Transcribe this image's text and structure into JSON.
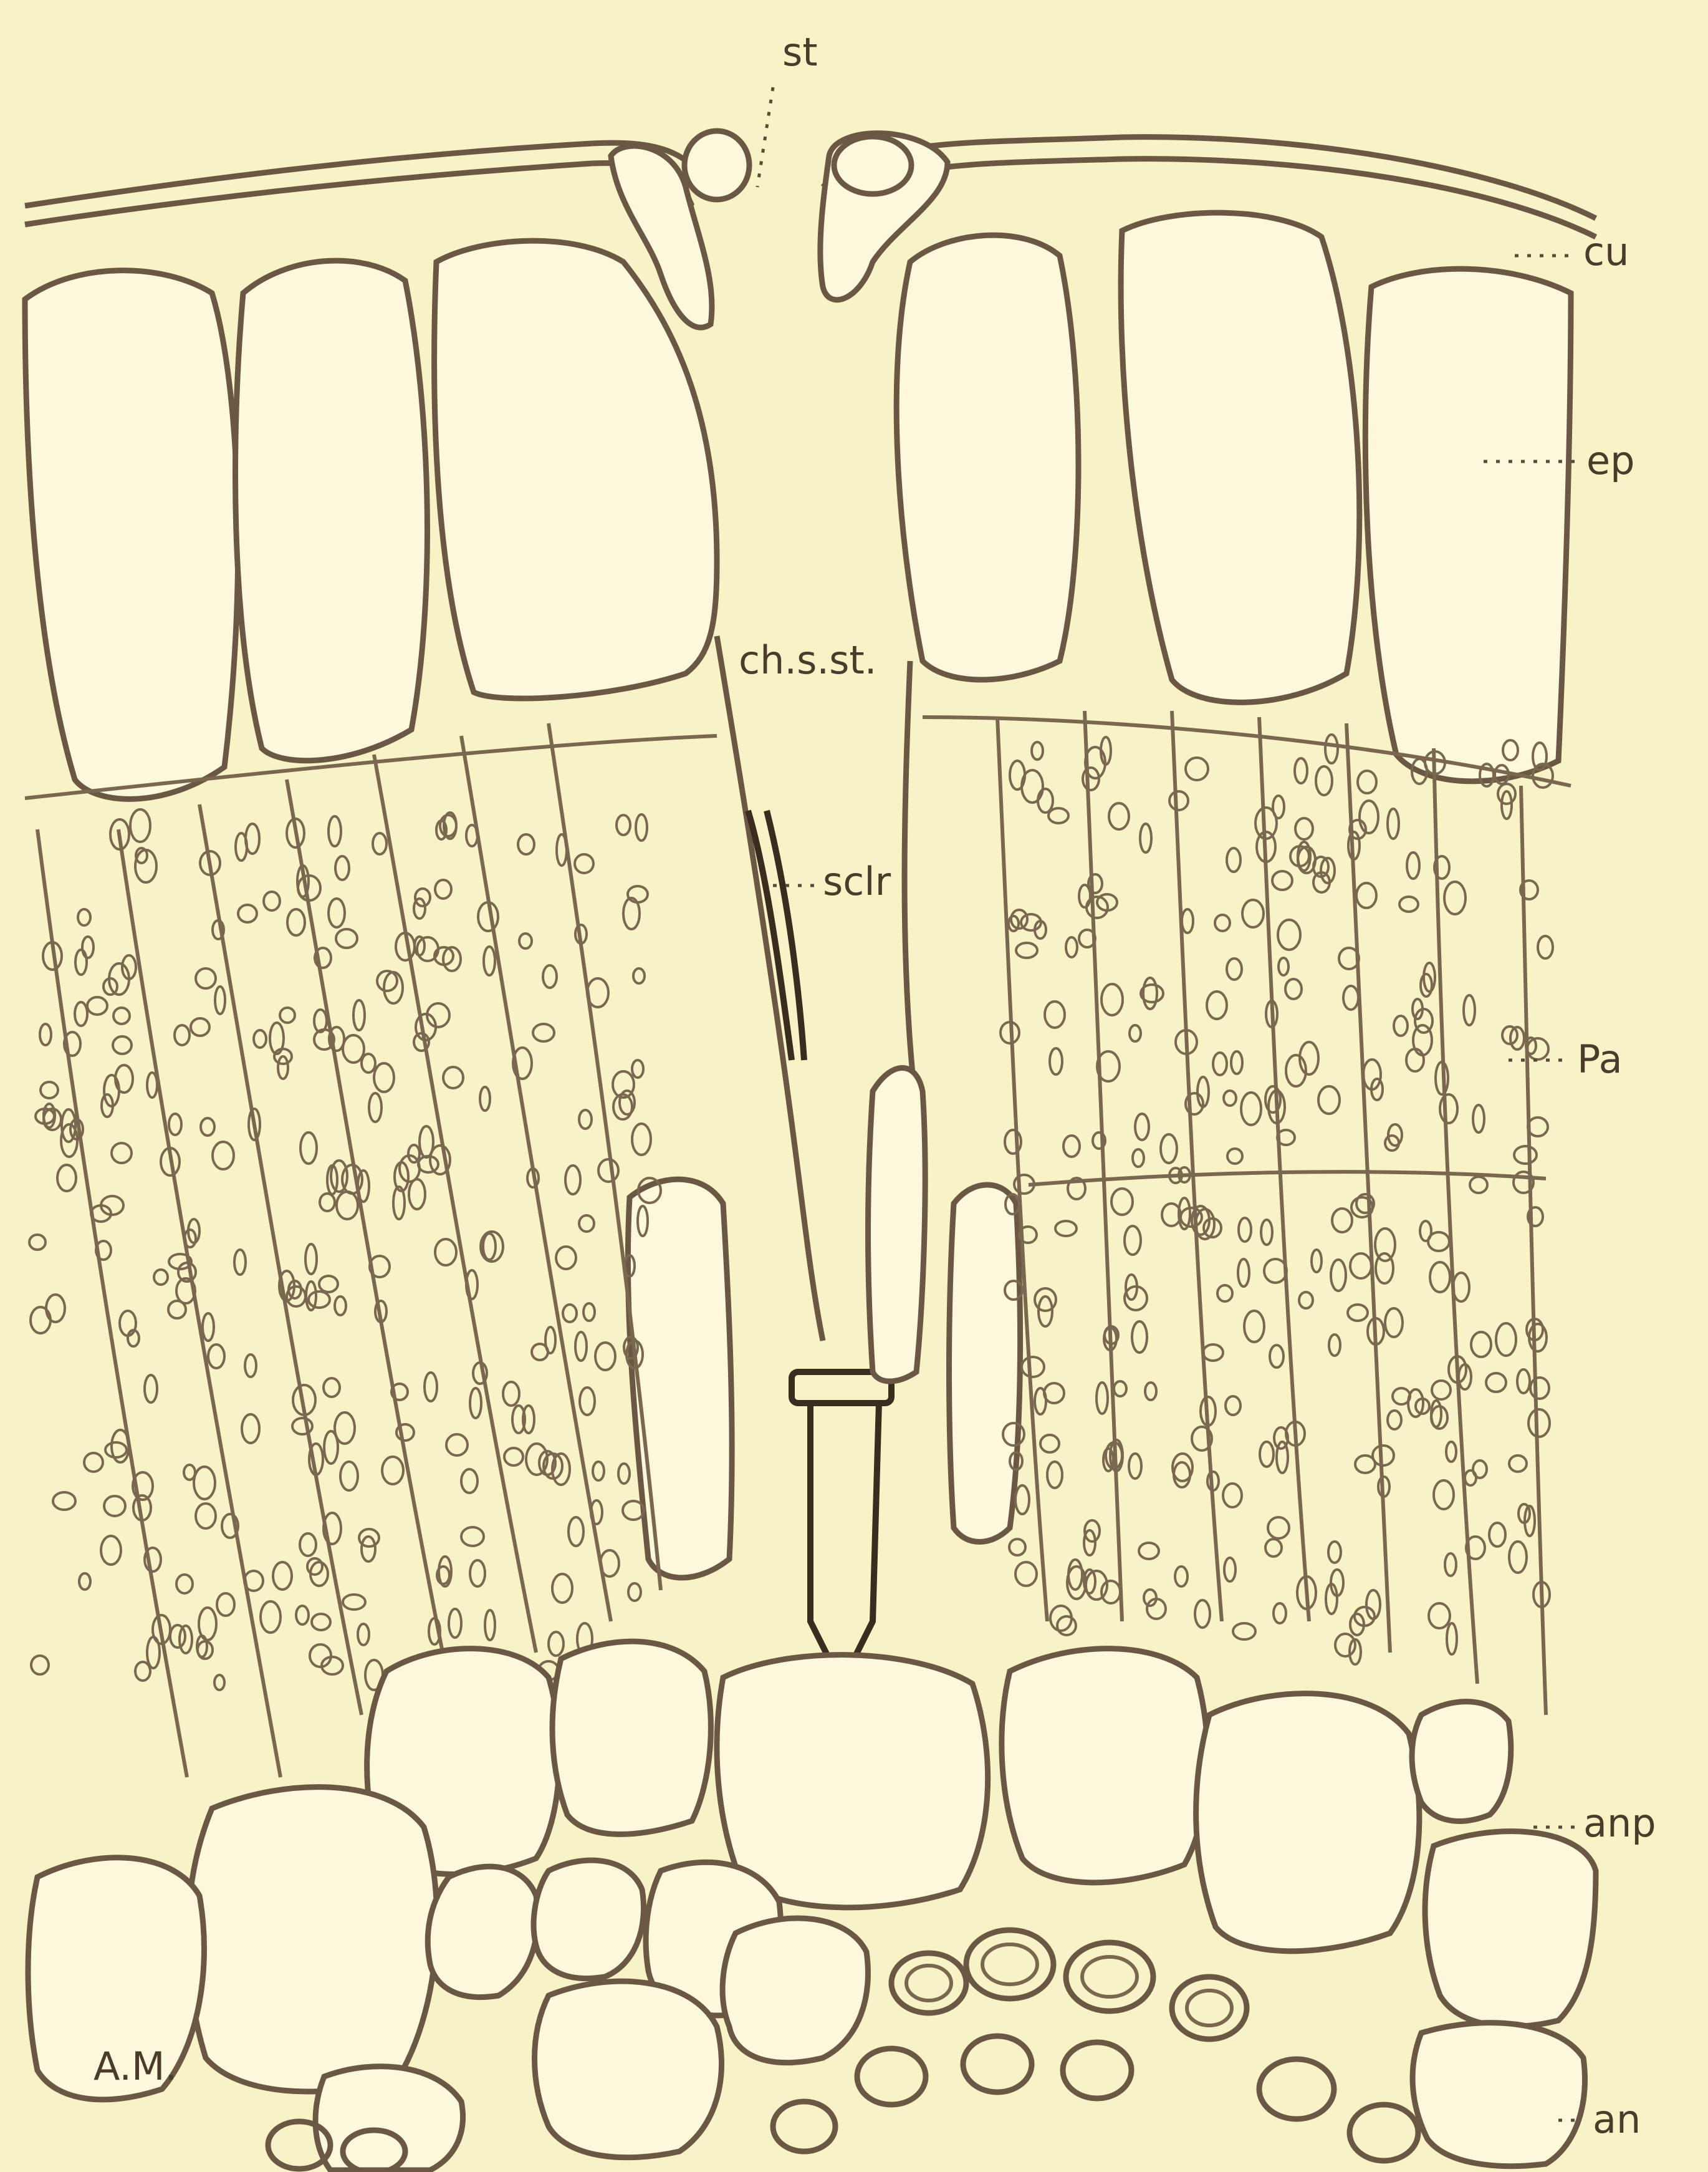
{
  "labels": {
    "st": "st",
    "cu": "cu",
    "ep": "ep",
    "chsst": "ch.s.st.",
    "sclr": "sclr",
    "pa": "Pa",
    "anp": "anp",
    "an": "an",
    "signature": "A.M."
  },
  "colors": {
    "background": "#f7f3c6",
    "ink": "#6b5844",
    "dark_ink": "#3a2c1e"
  }
}
